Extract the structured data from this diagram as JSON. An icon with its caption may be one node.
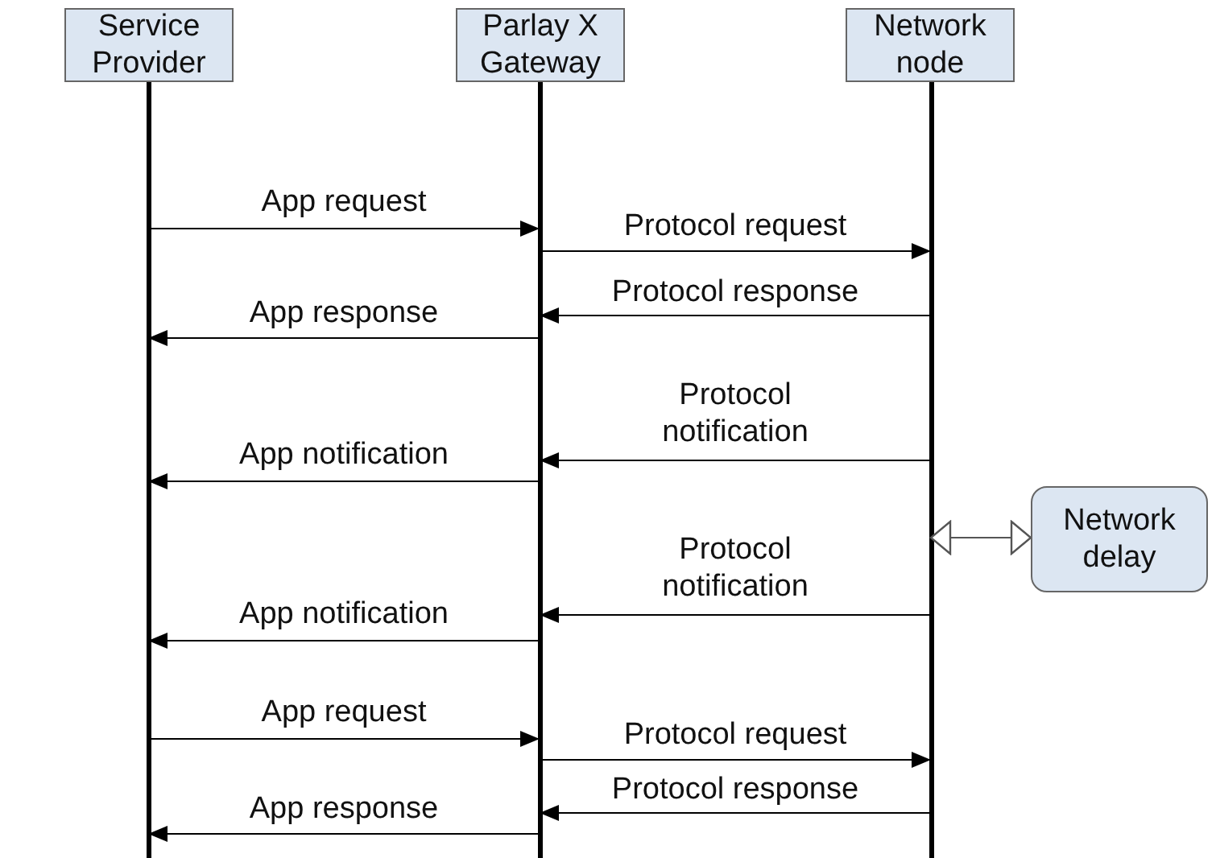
{
  "diagram": {
    "nodes": [
      {
        "text": [
          "Service Provider"
        ]
      },
      {
        "text": [
          "Parlay X Gateway"
        ]
      },
      {
        "text": [
          "Network node"
        ]
      },
      {
        "text": [
          "Network delay"
        ]
      }
    ],
    "edges": [
      {
        "from": 0,
        "to": 1,
        "arrow": "to",
        "label": "App request"
      },
      {
        "from": 1,
        "to": 2,
        "arrow": "to",
        "label": "Protocol request"
      },
      {
        "from": 2,
        "to": 1,
        "arrow": "to",
        "label": "Protocol response"
      },
      {
        "from": 1,
        "to": 0,
        "arrow": "to",
        "label": "App response"
      },
      {
        "from": 2,
        "to": 1,
        "arrow": "to",
        "label": "Protocol notification"
      },
      {
        "from": 1,
        "to": 0,
        "arrow": "to",
        "label": "App notification"
      },
      {
        "from": 2,
        "to": 1,
        "arrow": "to",
        "label": "Protocol notification"
      },
      {
        "from": 1,
        "to": 0,
        "arrow": "to",
        "label": "App notification"
      },
      {
        "from": 0,
        "to": 1,
        "arrow": "to",
        "label": "App request"
      },
      {
        "from": 1,
        "to": 2,
        "arrow": "to",
        "label": "Protocol request"
      },
      {
        "from": 2,
        "to": 1,
        "arrow": "to",
        "label": "Protocol response"
      },
      {
        "from": 1,
        "to": 0,
        "arrow": "to",
        "label": "App response"
      },
      {
        "from": 3,
        "to": 2,
        "arrow": "both"
      }
    ]
  }
}
